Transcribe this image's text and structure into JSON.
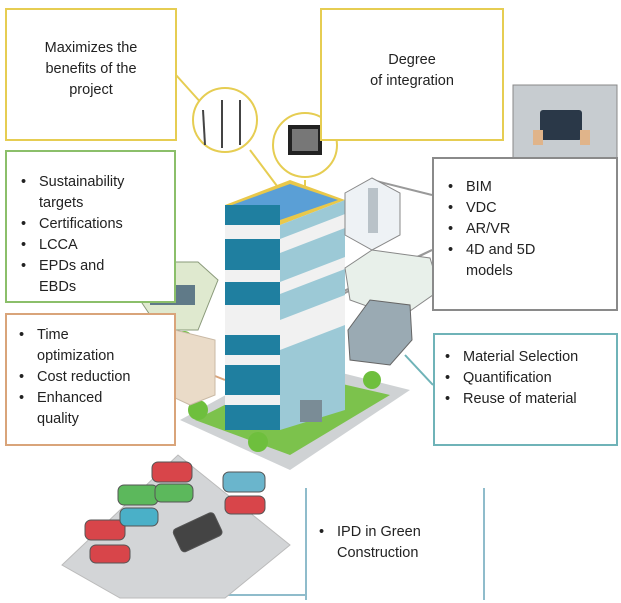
{
  "boxes": {
    "benefits": {
      "text": [
        "Maximizes the",
        "benefits of the",
        "project"
      ]
    },
    "integration": {
      "text": [
        "Degree",
        "of integration"
      ]
    },
    "sustainability": {
      "items": [
        "Sustainability targets",
        "Certifications",
        "LCCA",
        "EPDs and EBDs"
      ]
    },
    "technology": {
      "items": [
        "BIM",
        "VDC",
        "AR/VR",
        "4D and 5D models"
      ]
    },
    "optimization": {
      "items": [
        "Time optimization",
        "Cost reduction",
        "Enhanced quality"
      ]
    },
    "materials": {
      "items": [
        "Material Selection",
        "Quantification",
        "Reuse of material"
      ]
    },
    "ipd": {
      "items": [
        "IPD in Green Construction"
      ]
    }
  },
  "colors": {
    "yellow": "#e6cd52",
    "green": "#8bbf6a",
    "orange": "#d9a47a",
    "gray": "#8a8a8a",
    "teal": "#6fb3b8",
    "building_blue": "#1f7fa0"
  }
}
